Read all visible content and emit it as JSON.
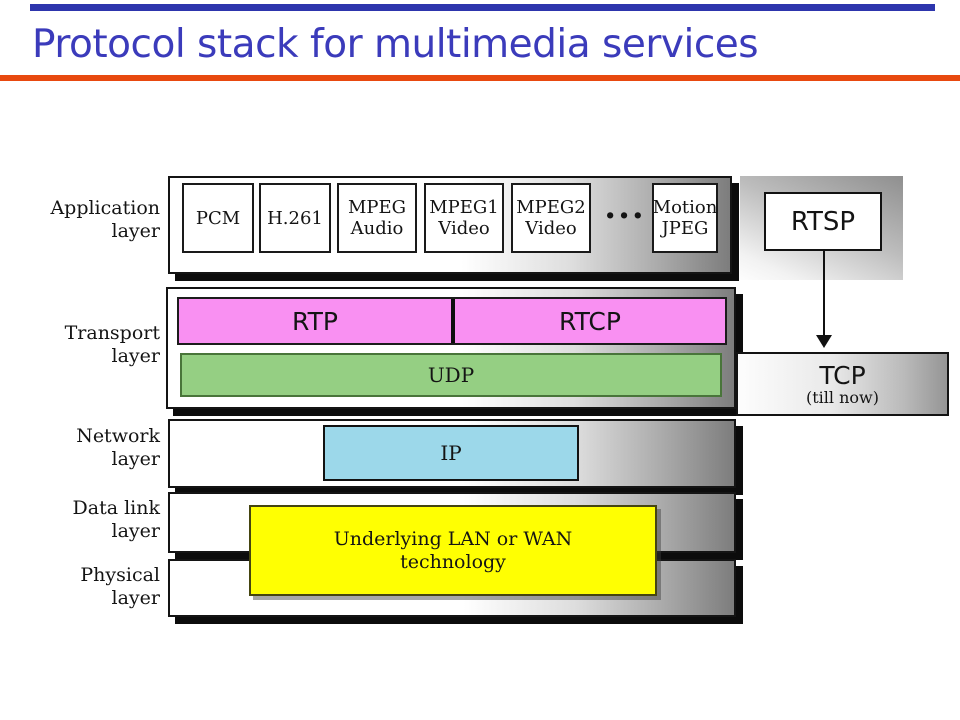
{
  "slide": {
    "title": "Protocol stack for multimedia services"
  },
  "diagram": {
    "layer_labels": [
      {
        "line1": "Application",
        "line2": "layer"
      },
      {
        "line1": "Transport",
        "line2": "layer"
      },
      {
        "line1": "Network",
        "line2": "layer"
      },
      {
        "line1": "Data link",
        "line2": "layer"
      },
      {
        "line1": "Physical",
        "line2": "layer"
      }
    ],
    "application": {
      "codecs": [
        {
          "label": "PCM"
        },
        {
          "label": "H.261"
        },
        {
          "label": "MPEG\nAudio"
        },
        {
          "label": "MPEG1\nVideo"
        },
        {
          "label": "MPEG2\nVideo"
        },
        {
          "label": "Motion\nJPEG"
        }
      ],
      "ellipsis": "···"
    },
    "transport": {
      "rtp": "RTP",
      "rtcp": "RTCP",
      "udp": "UDP"
    },
    "network": {
      "ip": "IP"
    },
    "link_physical": {
      "underlying": "Underlying LAN or WAN\ntechnology"
    },
    "side": {
      "rtsp": "RTSP",
      "tcp": "TCP",
      "tcp_note": "(till now)"
    }
  },
  "colors": {
    "top_bar": "#2d35ad",
    "title_text": "#3b3bbb",
    "title_rule": "#e8490f",
    "rtp_rtcp_fill": "#f990f2",
    "udp_fill": "#95cf83",
    "ip_fill": "#9cd8ea",
    "underlying_fill": "#ffff02",
    "box_shadow": "#0c0c0c"
  }
}
